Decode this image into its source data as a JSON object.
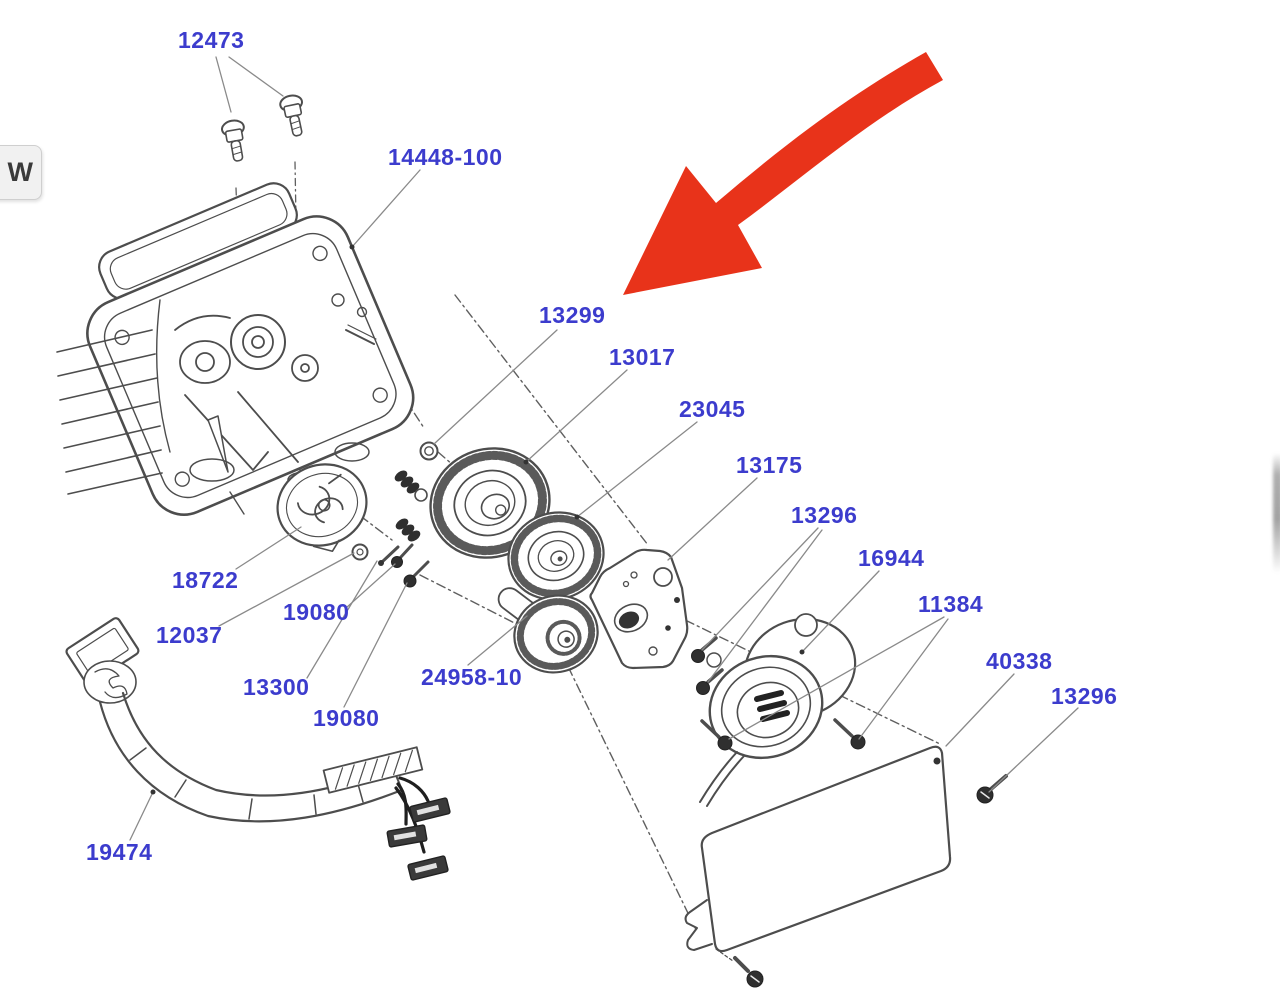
{
  "view_button": {
    "label": "W"
  },
  "diagram": {
    "label_color": "#3c3ccd",
    "arrow_color": "#e8331a",
    "line_color": "#4d4d4d",
    "arrow_points_to": "13299",
    "labels": [
      {
        "part": "12473"
      },
      {
        "part": "14448-100"
      },
      {
        "part": "13299"
      },
      {
        "part": "13017"
      },
      {
        "part": "23045"
      },
      {
        "part": "13175"
      },
      {
        "part": "13296"
      },
      {
        "part": "16944"
      },
      {
        "part": "11384"
      },
      {
        "part": "40338"
      },
      {
        "part": "13296"
      },
      {
        "part": "18722"
      },
      {
        "part": "12037"
      },
      {
        "part": "19080"
      },
      {
        "part": "13300"
      },
      {
        "part": "19080"
      },
      {
        "part": "24958-10"
      },
      {
        "part": "19474"
      }
    ]
  }
}
